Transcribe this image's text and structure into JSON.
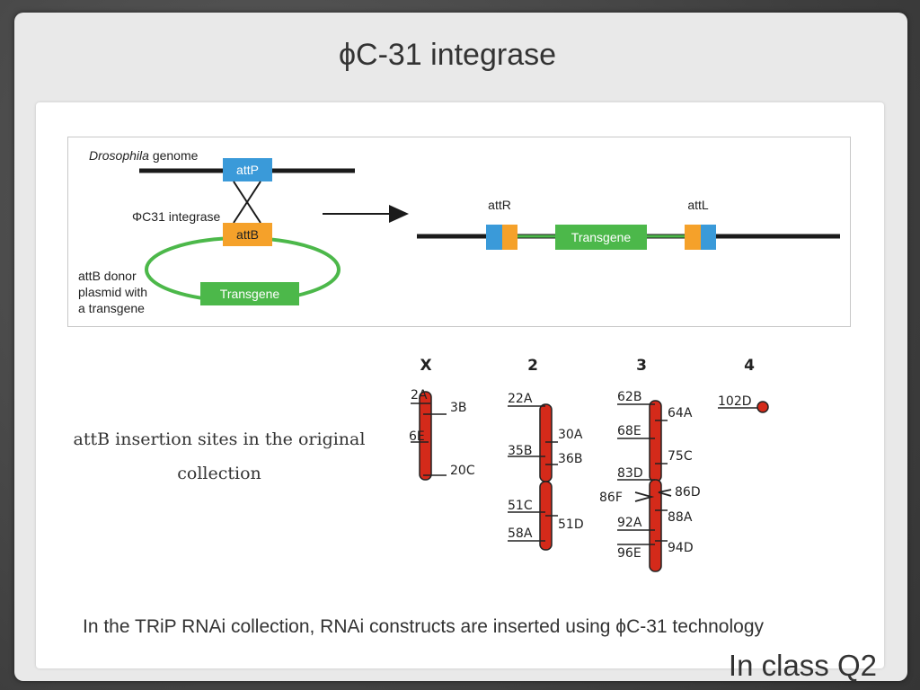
{
  "slide": {
    "title": "ϕC-31 integrase",
    "caption": "attB insertion sites in the original collection",
    "footer_text": "In the TRiP RNAi collection, RNAi constructs are inserted using ϕC-31 technology",
    "corner_label": "In class Q2"
  },
  "diagram": {
    "genome_label_italic": "Drosophila",
    "genome_label_rest": " genome",
    "attP": "attP",
    "attB": "attB",
    "integrase": "ΦC31 integrase",
    "donor_line1": "attB donor",
    "donor_line2": "plasmid with",
    "donor_line3": "a transgene",
    "transgene": "Transgene",
    "attR": "attR",
    "attL": "attL",
    "colors": {
      "blue": "#3a9ad9",
      "orange": "#f5a12a",
      "green": "#4cb84a",
      "line": "#1a1a1a"
    }
  },
  "chromosomes": {
    "headers": [
      "X",
      "2",
      "3",
      "4"
    ],
    "sites": {
      "X": [
        "2A",
        "3B",
        "6E",
        "20C"
      ],
      "2": [
        "22A",
        "30A",
        "35B",
        "36B",
        "51C",
        "51D",
        "58A"
      ],
      "3": [
        "62B",
        "64A",
        "68E",
        "75C",
        "83D",
        "86D",
        "86F",
        "88A",
        "92A",
        "94D",
        "96E"
      ],
      "4": [
        "102D"
      ]
    },
    "color": "#d42a1a"
  }
}
